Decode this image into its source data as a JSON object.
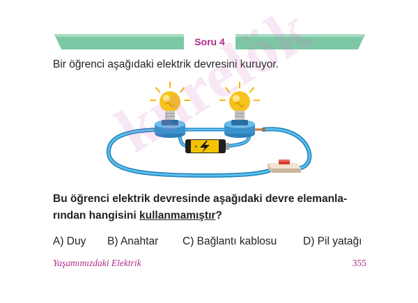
{
  "header": {
    "title": "Soru 4"
  },
  "intro": {
    "text": "Bir öğrenci aşağıdaki elektrik devresini kuruyor."
  },
  "question": {
    "line1": "Bu öğrenci elektrik devresinde aşağıdaki devre elemanla-",
    "line2_prefix": "rından hangisini ",
    "line2_underlined": "kullanmamıştır",
    "line2_suffix": "?"
  },
  "options": [
    {
      "label": "A) Duy"
    },
    {
      "label": "B) Anahtar"
    },
    {
      "label": "C) Bağlantı kablosu"
    },
    {
      "label": "D) Pil yatağı"
    }
  ],
  "footer": {
    "book_title": "Yaşamımızdaki Elektrik",
    "page_number": "355"
  },
  "watermark": {
    "text": "kurelök"
  },
  "colors": {
    "accent": "#b0298a",
    "ribbon": "#7cc8a4",
    "wire": "#39a9e1",
    "bulb": "#f7c21b",
    "battery": "#f5c400"
  },
  "icons": [
    "bulb-icon",
    "bulb-socket-icon",
    "battery-icon",
    "switch-icon",
    "wire-icon"
  ]
}
